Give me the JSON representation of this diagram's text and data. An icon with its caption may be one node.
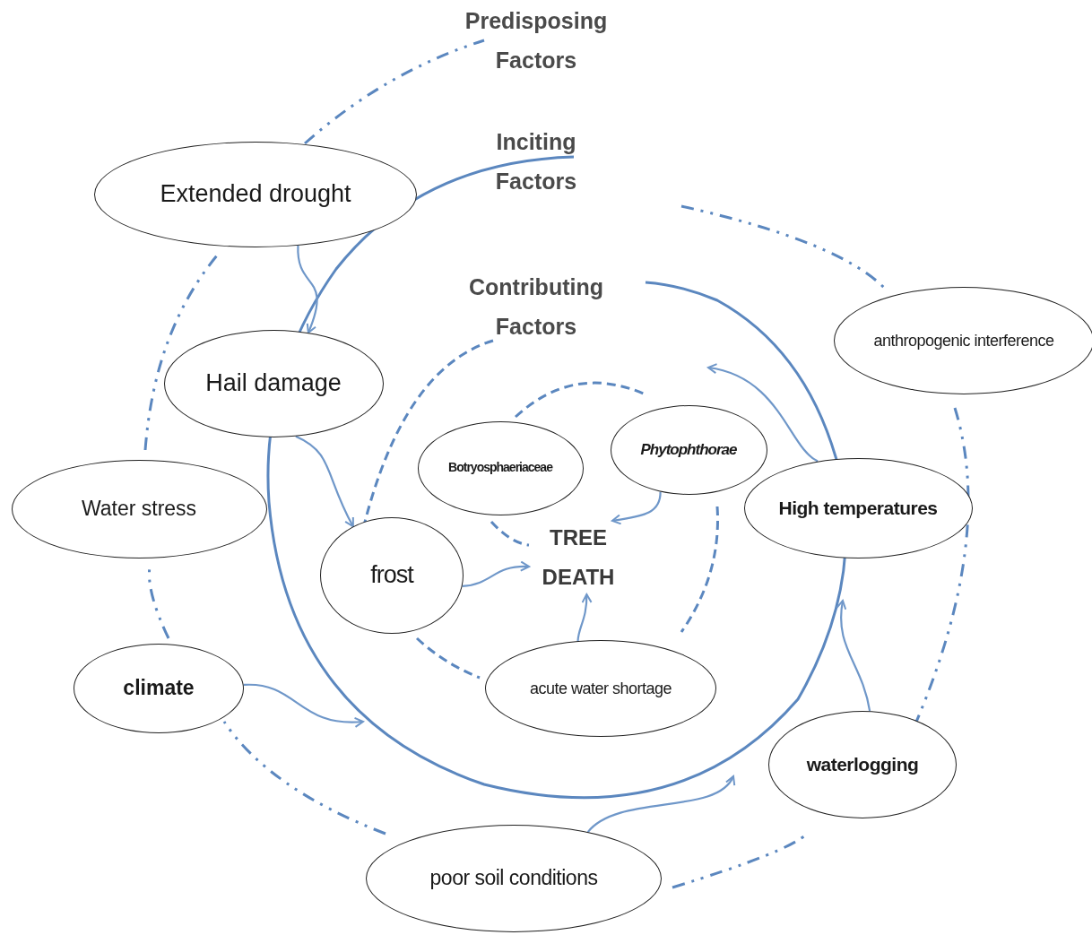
{
  "diagram": {
    "nodes": [
      {
        "text": [
          "Extended drought"
        ]
      },
      {
        "text": [
          "Hail damage"
        ]
      },
      {
        "text": [
          "Water stress"
        ]
      },
      {
        "text": [
          "frost"
        ]
      },
      {
        "text": [
          "climate"
        ]
      },
      {
        "text": [
          "Botryosphaeriaceae"
        ]
      },
      {
        "text": [
          "Phytophthorae"
        ]
      },
      {
        "text": [
          "TREE DEATH"
        ]
      },
      {
        "text": [
          "anthropogenic interference"
        ]
      },
      {
        "text": [
          "High temperatures"
        ]
      },
      {
        "text": [
          "acute water shortage"
        ]
      },
      {
        "text": [
          "waterlogging"
        ]
      },
      {
        "text": [
          "poor soil conditions"
        ]
      }
    ],
    "edges": [
      {
        "from": 0,
        "to": 1,
        "arrow": "to"
      },
      {
        "from": 1,
        "to": 3,
        "arrow": "to"
      },
      {
        "from": 3,
        "to": 7,
        "arrow": "to"
      },
      {
        "from": 6,
        "to": 7,
        "arrow": "to"
      },
      {
        "from": 10,
        "to": 7,
        "arrow": "to"
      },
      {
        "from": 9,
        "to": null,
        "arrow": "to"
      },
      {
        "from": 4,
        "to": null,
        "arrow": "to"
      },
      {
        "from": 12,
        "to": null,
        "arrow": "to"
      },
      {
        "from": 11,
        "to": null,
        "arrow": "to"
      }
    ],
    "labels": [
      "Predisposing Factors",
      "Inciting Factors",
      "Contributing Factors"
    ]
  }
}
